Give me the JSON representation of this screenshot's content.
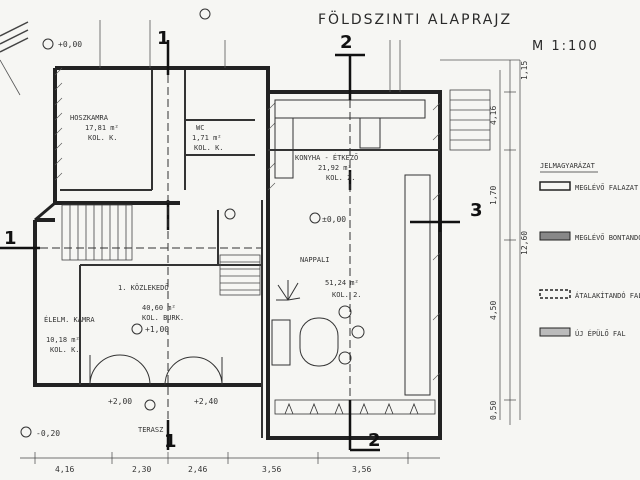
{
  "drawing": {
    "title": "FÖLDSZINTI ALAPRAJZ",
    "scale": "M 1:100"
  },
  "axes": {
    "a1": "1",
    "a2_top": "2",
    "a2_bottom": "2",
    "a3": "3"
  },
  "rooms": [
    {
      "id": "hoskamra",
      "name": "HOSZKAMRA",
      "area": "17,81 m²",
      "floor": "KOL. K."
    },
    {
      "id": "wc",
      "name": "WC",
      "area": "1,71 m²",
      "floor": "KOL. K."
    },
    {
      "id": "konyha",
      "name": "KONYHA - ÉTKEZŐ",
      "area": "21,92 m²",
      "floor": "KOL. 2."
    },
    {
      "id": "nappali",
      "name": "NAPPALI",
      "area": "51,24 m²",
      "floor": "KOL. 2."
    },
    {
      "id": "kozlekedo",
      "name": "1. KÖZLEKEDŐ",
      "area": "40,60 m²",
      "floor": "KOL. BURK."
    },
    {
      "id": "kamra",
      "name": "ÉLELM. KAMRA",
      "area": "10,18 m²",
      "floor": "KOL. K."
    },
    {
      "id": "terasz",
      "name": "TERASZ",
      "area": "",
      "floor": ""
    }
  ],
  "dimensions": {
    "bottom": [
      "4,16",
      "2,30",
      "2,46",
      "3,56",
      "3,56"
    ],
    "right": [
      "1,15",
      "4,16",
      "1,70",
      "12,60",
      "4,50",
      "0,50"
    ],
    "levels": [
      "+0,00",
      "-0,20",
      "+2,00",
      "+2,40",
      "+1,00",
      "±0,00"
    ]
  },
  "legend": {
    "header": "JELMAGYARÁZAT",
    "items": [
      "MEGLÉVŐ FALAZAT",
      "MEGLÉVŐ BONTANDÓ FALAZAT",
      "ÁTALAKÍTANDÓ FALAZAT",
      "ÚJ ÉPÜLŐ FAL"
    ]
  }
}
